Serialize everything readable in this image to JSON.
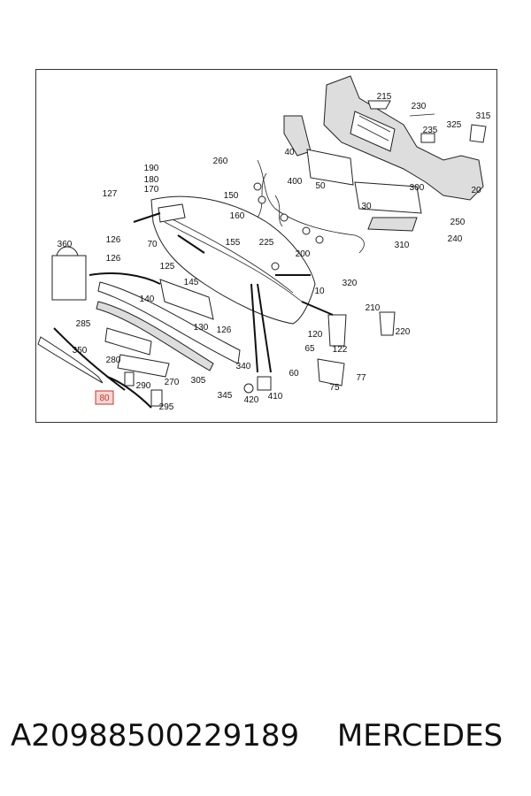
{
  "diagram": {
    "labels": [
      "215",
      "230",
      "325",
      "315",
      "235",
      "40",
      "20",
      "300",
      "190",
      "260",
      "180",
      "170",
      "127",
      "150",
      "400",
      "50",
      "30",
      "160",
      "250",
      "240",
      "310",
      "155",
      "225",
      "200",
      "360",
      "126",
      "70",
      "126",
      "125",
      "145",
      "140",
      "320",
      "10",
      "210",
      "285",
      "130",
      "126",
      "120",
      "122",
      "220",
      "350",
      "65",
      "280",
      "340",
      "60",
      "77",
      "75",
      "290",
      "270",
      "305",
      "345",
      "420",
      "410",
      "295"
    ],
    "highlighted_label": "80",
    "highlight_color": "#c0392b"
  },
  "caption": {
    "part_number": "A2098850022918​9",
    "brand": "MERCEDES"
  }
}
